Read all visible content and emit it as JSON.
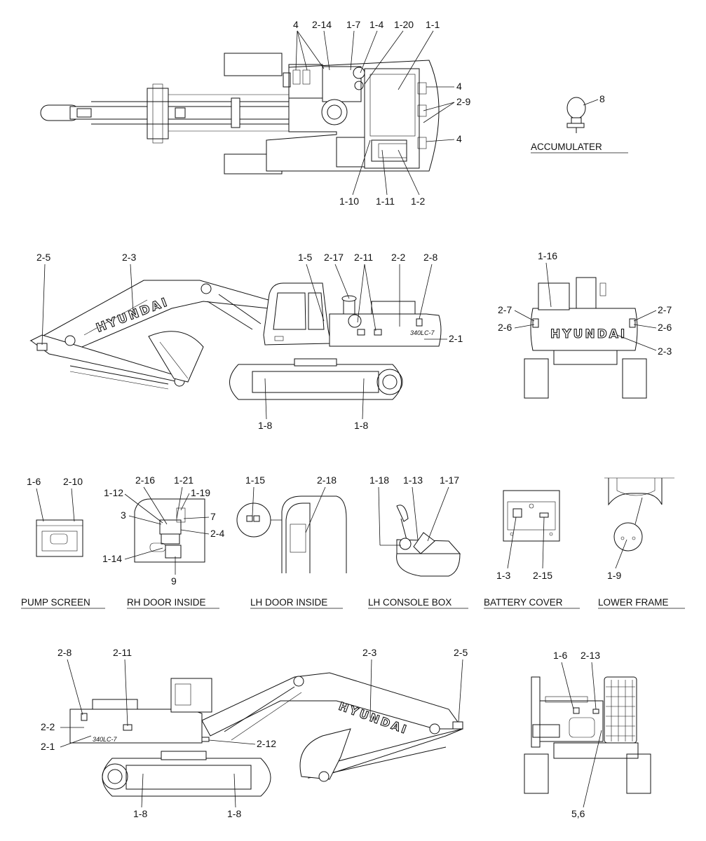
{
  "brand": "HYUNDAI",
  "model_mark": "340LC-7",
  "titles": {
    "accumulator": "ACCUMULATER",
    "pump_screen": "PUMP SCREEN",
    "rh_door_inside": "RH DOOR INSIDE",
    "lh_door_inside": "LH DOOR INSIDE",
    "lh_console_box": "LH CONSOLE BOX",
    "battery_cover": "BATTERY COVER",
    "lower_frame": "LOWER FRAME"
  },
  "callouts": {
    "top": [
      "4",
      "2-14",
      "1-7",
      "1-4",
      "1-20",
      "1-1",
      "4",
      "2-9",
      "4",
      "1-10",
      "1-11",
      "1-2"
    ],
    "accumulator": [
      "8"
    ],
    "side_left": [
      "2-5",
      "2-3",
      "1-5",
      "2-17",
      "2-11",
      "2-2",
      "2-8",
      "2-1",
      "1-8",
      "1-8"
    ],
    "rear": [
      "1-16",
      "2-7",
      "2-7",
      "2-6",
      "2-6",
      "2-3"
    ],
    "pump_screen": [
      "1-6",
      "2-10"
    ],
    "rh_door": [
      "2-16",
      "1-21",
      "1-12",
      "1-19",
      "3",
      "7",
      "2-4",
      "1-14",
      "9"
    ],
    "lh_door": [
      "1-15",
      "2-18"
    ],
    "console": [
      "1-18",
      "1-13",
      "1-17"
    ],
    "battery": [
      "1-3",
      "2-15"
    ],
    "lower_frame": [
      "1-9"
    ],
    "side_right": [
      "2-8",
      "2-11",
      "2-3",
      "2-5",
      "2-2",
      "2-1",
      "2-12",
      "1-8",
      "1-8"
    ],
    "front": [
      "1-6",
      "2-13",
      "5,6"
    ]
  }
}
